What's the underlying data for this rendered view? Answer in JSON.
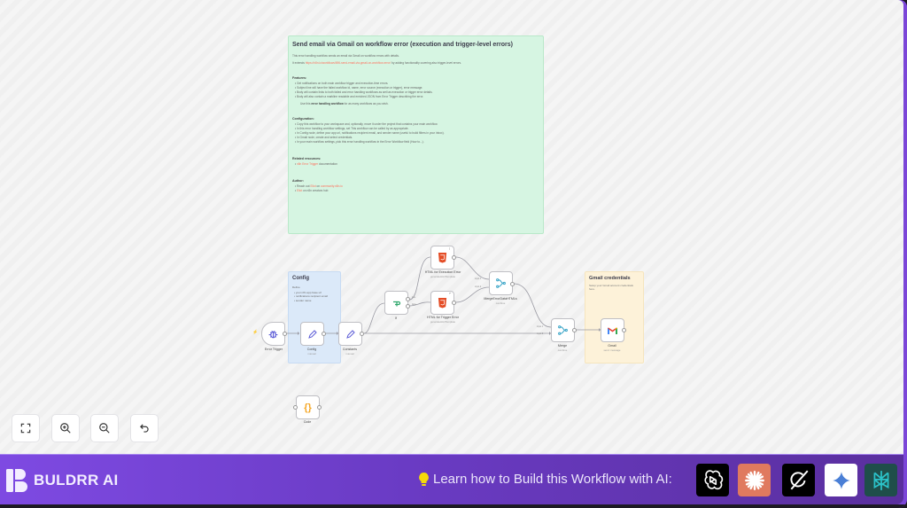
{
  "sticky_main": {
    "title": "Send email via Gmail on workflow error (execution and trigger-level errors)",
    "intro": "This error handling workflow sends an email via Gmail on workflow errors with details.",
    "extends_prefix": "It extends ",
    "extends_link": "https://n8n.io/workflows/696-send-email-via-gmail-on-workflow-error/",
    "extends_suffix": " by adding functionality covering also trigger-level errors.",
    "features_title": "Features:",
    "features": [
      "Get notifications on both main workflow trigger and execution-time errors.",
      "Subject line will have the failed workflow id, name, error source (execution or trigger), error message.",
      "Body will contain links to both failed and error handling workflows as well as execution or trigger error details.",
      "Body will also contain a markline readable and enriched JSON from Error Trigger describing the error."
    ],
    "use_note_prefix": "Use this ",
    "use_note_bold": "error handling workflow",
    "use_note_suffix": " for as many workflows as you wish.",
    "config_title": "Configuration:",
    "config_items": [
      "Copy this workflow to your workspace and, optionally, move it under the project that contains your main workflow.",
      "In this error handling workflow settings, set This workflow can be called by as appropriate.",
      "In Config node, define your app url, notifications recipient email, and sender name (useful to build filters in your inbox).",
      "In Gmail node, create and select credentials.",
      "In your main workflow settings, pick this error handling workflow in the Error Workflow field (How to...)."
    ],
    "related_title": "Related resources:",
    "related_link": "n8n Error Trigger",
    "related_suffix": " documentation",
    "author_title": "Author:",
    "author_items": [
      {
        "prefix": "Reach out ",
        "link": "Eliot",
        "mid": " on ",
        "link2": "community.n8n.io"
      },
      {
        "prefix": "",
        "link": "Eliot",
        "mid": " on n8n creators hub",
        "link2": ""
      }
    ]
  },
  "sticky_config": {
    "title": "Config",
    "define": "Define",
    "items": [
      "your n8n app base url",
      "notifications recipient email",
      "sender name"
    ]
  },
  "sticky_gmail": {
    "title": "Gmail credentials",
    "body": "Setup your Gmail account credentials here."
  },
  "nodes": {
    "error_trigger": {
      "label": "Error Trigger",
      "icon": "bug-icon",
      "start_marker": "⚡"
    },
    "config": {
      "label": "Config",
      "sub": "manual",
      "icon": "pencil-icon"
    },
    "constants": {
      "label": "Constants",
      "sub": "manual",
      "icon": "pencil-icon"
    },
    "if": {
      "label": "If",
      "icon": "if-branch-icon",
      "out_true": "true",
      "out_false": "false"
    },
    "html_exec": {
      "label": "HTML for Execution Error",
      "sub": "generateHtmlTemplate",
      "icon": "html5-icon"
    },
    "html_trigger": {
      "label": "HTML for Trigger Error",
      "sub": "generateHtmlTemplate",
      "icon": "html5-icon"
    },
    "merge_html": {
      "label": "MergeErrorDataHTMLs",
      "sub": "combine",
      "icon": "merge-icon",
      "in1": "input 1",
      "in2": "input 2"
    },
    "merge": {
      "label": "Merge",
      "sub": "combine",
      "icon": "merge-icon",
      "in1": "input 1",
      "in2": "input 2"
    },
    "gmail": {
      "label": "Gmail",
      "sub": "send: message",
      "icon": "gmail-icon"
    },
    "code": {
      "label": "Code",
      "icon": "code-braces-icon"
    }
  },
  "controls": [
    {
      "name": "fit-view-button",
      "icon": "fullscreen-icon"
    },
    {
      "name": "zoom-in-button",
      "icon": "zoom-in-icon"
    },
    {
      "name": "zoom-out-button",
      "icon": "zoom-out-icon"
    },
    {
      "name": "undo-button",
      "icon": "undo-icon"
    }
  ],
  "footer": {
    "brand": "BULDRR AI",
    "learn_text": "Learn how to Build this Workflow with AI:",
    "ai_tools": [
      {
        "name": "chatgpt",
        "bg": "#000000"
      },
      {
        "name": "claude",
        "bg": "#e07a5f"
      },
      {
        "name": "grok",
        "bg": "#000000"
      },
      {
        "name": "gemini",
        "bg": "#ffffff"
      },
      {
        "name": "perplexity",
        "bg": "#1f4e4a"
      }
    ]
  },
  "colors": {
    "accent": "#7e4ae2",
    "sticky_green": "#d6f5e2",
    "sticky_blue": "#dbe9f9",
    "sticky_yellow": "#fdf2d9",
    "link": "#ff6f5c"
  }
}
